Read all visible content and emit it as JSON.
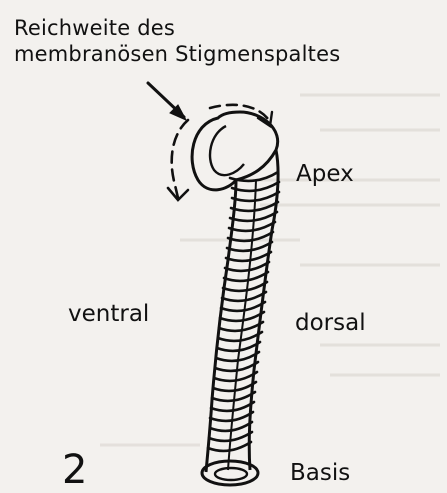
{
  "annotation": {
    "line1": "Reichweite des",
    "line2": "membranösen Stigmenspaltes"
  },
  "labels": {
    "apex": "Apex",
    "ventral": "ventral",
    "dorsal": "dorsal",
    "basis": "Basis",
    "figure_number": "2"
  }
}
